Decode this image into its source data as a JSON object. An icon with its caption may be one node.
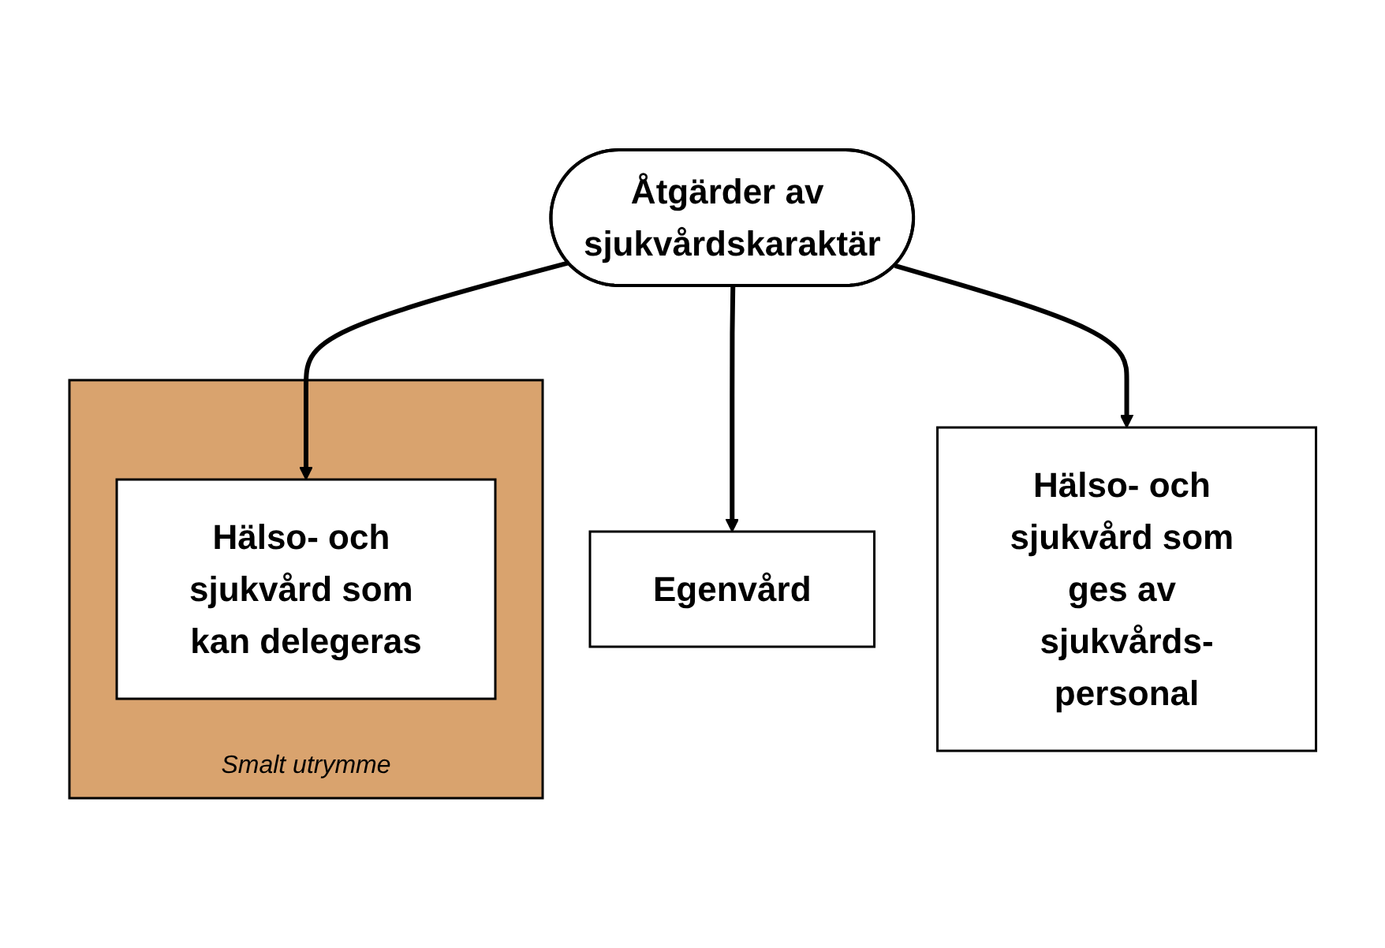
{
  "diagram": {
    "nodes": [
      {
        "text": [
          "Åtgärder av sjukvårdskaraktär"
        ]
      },
      {
        "text": [
          "Egenvård"
        ]
      },
      {
        "text": [
          "Smalt utrymme"
        ]
      },
      {
        "text": [
          "Hälso- och sjukvård som kan delegeras"
        ],
        "in": 2
      },
      {
        "text": [
          "Hälso- och sjukvård som ges av sjukvårds-personal"
        ]
      }
    ],
    "edges": [
      {
        "from": 0,
        "to": 1,
        "arrow": "to"
      },
      {
        "from": 0,
        "to": 3,
        "arrow": "to"
      },
      {
        "from": 0,
        "to": 4,
        "arrow": "to"
      }
    ]
  }
}
